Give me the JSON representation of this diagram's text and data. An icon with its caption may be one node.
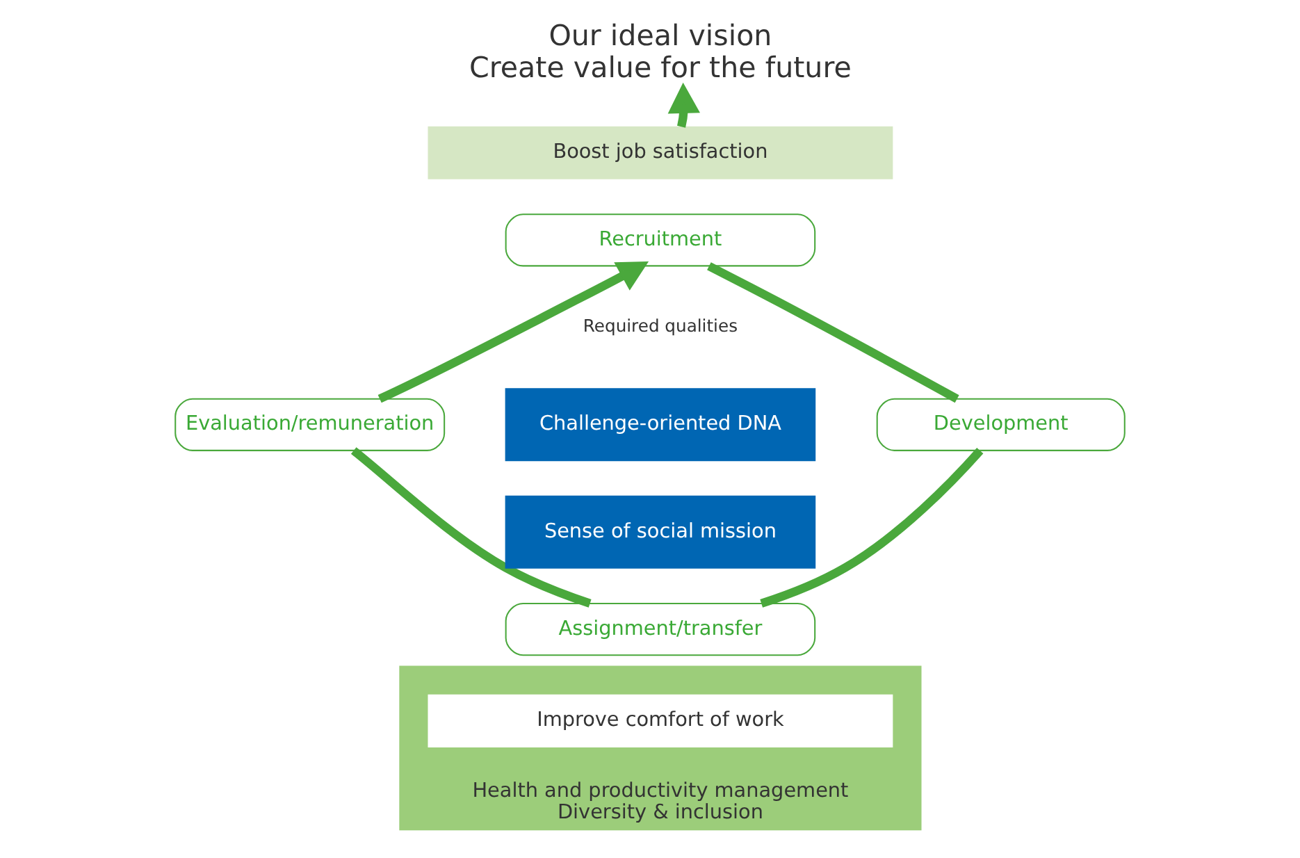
{
  "diagram": {
    "nodes": [
      {
        "text": [
          "Our ideal vision",
          "Create value for the future"
        ]
      },
      {
        "text": [
          "Boost job satisfaction"
        ]
      },
      {
        "text": [
          "Recruitment"
        ]
      },
      {
        "text": [
          "Development"
        ]
      },
      {
        "text": [
          "Assignment/transfer"
        ]
      },
      {
        "text": [
          "Evaluation/remuneration"
        ]
      },
      {
        "text": [
          "Challenge-oriented DNA"
        ]
      },
      {
        "text": [
          "Sense of social mission"
        ]
      },
      {
        "text": [
          "Health and productivity management",
          "Diversity & inclusion"
        ]
      },
      {
        "text": [
          "Improve comfort of work"
        ],
        "in": 8
      }
    ],
    "edges": [
      {
        "from": 1,
        "to": 0,
        "arrow": "to"
      },
      {
        "from": 2,
        "to": 3,
        "arrow": "none"
      },
      {
        "from": 3,
        "to": 4,
        "arrow": "none"
      },
      {
        "from": 4,
        "to": 5,
        "arrow": "none"
      },
      {
        "from": 5,
        "to": 2,
        "arrow": "to"
      }
    ],
    "labels": [
      "Required qualities"
    ]
  }
}
